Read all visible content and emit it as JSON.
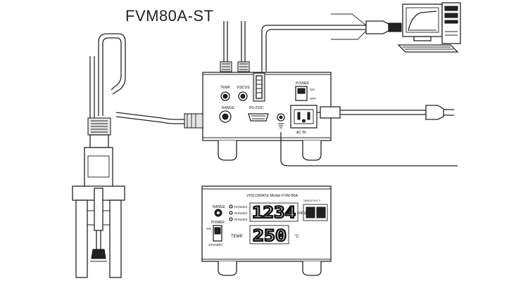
{
  "title": "FVM80A-ST",
  "back_panel": {
    "labels": {
      "temp": "TEMP",
      "viscos": "VISCOS",
      "range": "RANGE",
      "rs232c": "RS-232C",
      "power": "POWER",
      "on": "ON",
      "off": "OFF",
      "ac_in": "AC IN"
    }
  },
  "front_panel": {
    "model_label": "VISCOMATE Model FVM-80A",
    "range_label": "RANGE",
    "power_label": "POWER",
    "on_label": "ON",
    "standby_label": "STANDBY",
    "range_items": [
      "RANGE1",
      "RANGE2",
      "RANGE3"
    ],
    "sensitivity_label": "SENSITIVITY",
    "viscosity_value": "1234",
    "viscosity_unit": "mPa·s",
    "temp_label": "TEMP.",
    "temp_value": "250",
    "temp_unit": "°C"
  }
}
